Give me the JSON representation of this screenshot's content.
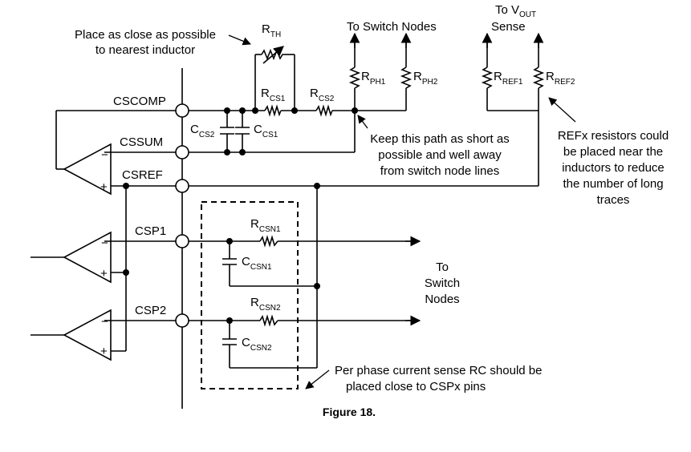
{
  "pins": {
    "cscomp": "CSCOMP",
    "cssum": "CSSUM",
    "csref": "CSREF",
    "csp1": "CSP1",
    "csp2": "CSP2"
  },
  "components": {
    "rth": {
      "main": "R",
      "sub": "TH"
    },
    "rcs1": {
      "main": "R",
      "sub": "CS1"
    },
    "rcs2": {
      "main": "R",
      "sub": "CS2"
    },
    "ccs2": {
      "main": "C",
      "sub": "CS2"
    },
    "ccs1": {
      "main": "C",
      "sub": "CS1"
    },
    "rph1": {
      "main": "R",
      "sub": "PH1"
    },
    "rph2": {
      "main": "R",
      "sub": "PH2"
    },
    "rref1": {
      "main": "R",
      "sub": "REF1"
    },
    "rref2": {
      "main": "R",
      "sub": "REF2"
    },
    "rcsn1": {
      "main": "R",
      "sub": "CSN1"
    },
    "ccsn1": {
      "main": "C",
      "sub": "CSN1"
    },
    "rcsn2": {
      "main": "R",
      "sub": "CSN2"
    },
    "ccsn2": {
      "main": "C",
      "sub": "CSN2"
    }
  },
  "amp_signs": {
    "minus": "−",
    "plus": "+"
  },
  "labels": {
    "to_switch_nodes_top": "To Switch Nodes",
    "to_vout_prefix": "To V",
    "to_vout_sub": "OUT",
    "to_vout_sense": "Sense",
    "to_switch_nodes_right": [
      "To",
      "Switch",
      "Nodes"
    ]
  },
  "notes": {
    "place_close": [
      "Place as close as possible",
      "to nearest inductor"
    ],
    "keep_path": [
      "Keep this path as short as",
      "possible and well away",
      "from switch node lines"
    ],
    "refx": [
      "REFx resistors could",
      "be placed near the",
      "inductors to reduce",
      "the number of long",
      "traces"
    ],
    "per_phase": [
      "Per phase current sense RC should be",
      "placed close to CSPx pins"
    ]
  },
  "caption": "Figure 18."
}
